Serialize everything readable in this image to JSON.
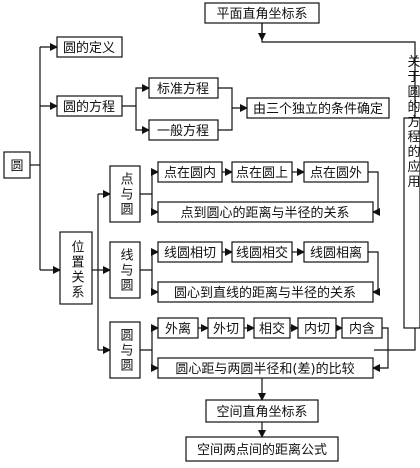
{
  "diagram": {
    "title": "平面直角坐标系",
    "circle": "圆",
    "definition": "圆的定义",
    "equation": "圆的方程",
    "standard_eq": "标准方程",
    "general_eq": "一般方程",
    "three_conditions": "由三个独立的条件确定",
    "position": "位置关系",
    "point_circle": "点与圆",
    "inside": "点在圆内",
    "on_circle": "点在圆上",
    "outside": "点在圆外",
    "point_dist": "点到圆心的距离与半径的关系",
    "line_circle": "线与圆",
    "tangent_lc": "线圆相切",
    "intersect_lc": "线圆相交",
    "separate_lc": "线圆相离",
    "line_dist": "圆心到直线的距离与半径的关系",
    "circle_circle": "圆与圆",
    "apart": "外离",
    "ext_tangent": "外切",
    "intersect_cc": "相交",
    "int_tangent": "内切",
    "contain": "内含",
    "center_dist": "圆心距与两圆半径和(差)的比较",
    "space_coord": "空间直角坐标系",
    "space_dist": "空间两点间的距离公式",
    "application": "关于圆的方程的应用"
  }
}
